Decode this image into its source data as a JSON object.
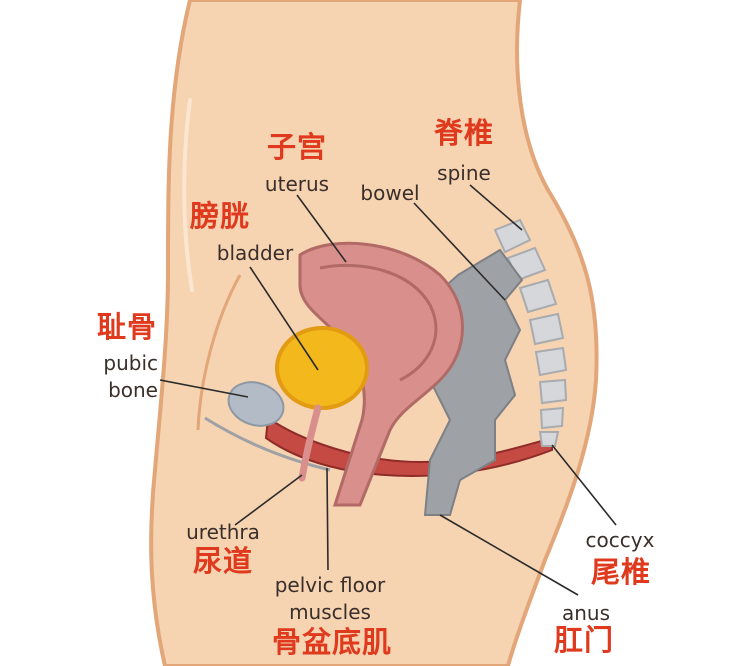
{
  "colors": {
    "body_fill": "#f6d3b1",
    "body_outline": "#e2a679",
    "uterus_fill": "#d9908d",
    "uterus_outline": "#b16a66",
    "bladder_fill": "#f2b81c",
    "bladder_outline": "#e39b13",
    "bowel_fill": "#9ea1a5",
    "bowel_outline": "#7d8085",
    "spine_fill": "#d5d7da",
    "spine_outline": "#a8abaf",
    "bone_fill": "#b3bcc6",
    "muscle_fill": "#c44a43",
    "muscle_outline": "#8f2b28",
    "leader_line": "#2b2b2b",
    "chinese_label": "#e03a1e",
    "english_label": "#3a2f2b"
  },
  "labels": {
    "uterus_zh": "子宫",
    "uterus_en": "uterus",
    "spine_zh": "脊椎",
    "spine_en": "spine",
    "bowel_en": "bowel",
    "bladder_zh": "膀胱",
    "bladder_en": "bladder",
    "pubic_zh": "耻骨",
    "pubic_en_line1": "pubic",
    "pubic_en_line2": "bone",
    "urethra_en": "urethra",
    "urethra_zh": "尿道",
    "pelvic_en_line1": "pelvic floor",
    "pelvic_en_line2": "muscles",
    "pelvic_zh": "骨盆底肌",
    "coccyx_en": "coccyx",
    "coccyx_zh": "尾椎",
    "anus_en": "anus",
    "anus_zh": "肛门"
  }
}
